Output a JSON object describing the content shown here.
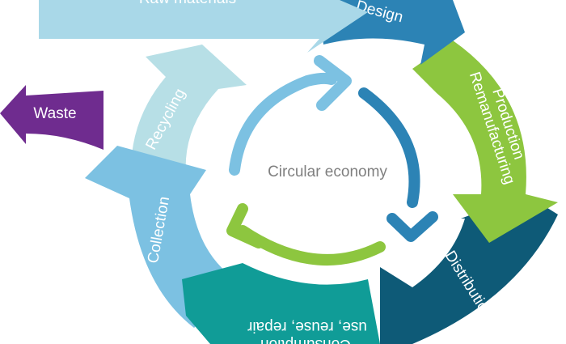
{
  "diagram": {
    "center_label": "Circular economy",
    "stages": [
      {
        "id": "raw-materials",
        "label": "Raw materials",
        "color": "#a9d8e8"
      },
      {
        "id": "design",
        "label": "Design",
        "color": "#2c83b5"
      },
      {
        "id": "production",
        "label": "Production",
        "label2": "Remanufacturing",
        "color": "#8dc63f"
      },
      {
        "id": "distribution",
        "label": "Distribution",
        "color": "#0e5a77"
      },
      {
        "id": "consumption",
        "label": "Consumption",
        "label2": "use, reuse, repair",
        "color": "#109c97"
      },
      {
        "id": "collection",
        "label": "Collection",
        "color": "#7cc1e2"
      },
      {
        "id": "recycling",
        "label": "Recycling",
        "color": "#b7dfe6"
      },
      {
        "id": "waste",
        "label": "Waste",
        "color": "#6f2c8f"
      }
    ],
    "inner_arrow_colors": [
      "#7cc1e2",
      "#2c83b5",
      "#8dc63f"
    ]
  }
}
